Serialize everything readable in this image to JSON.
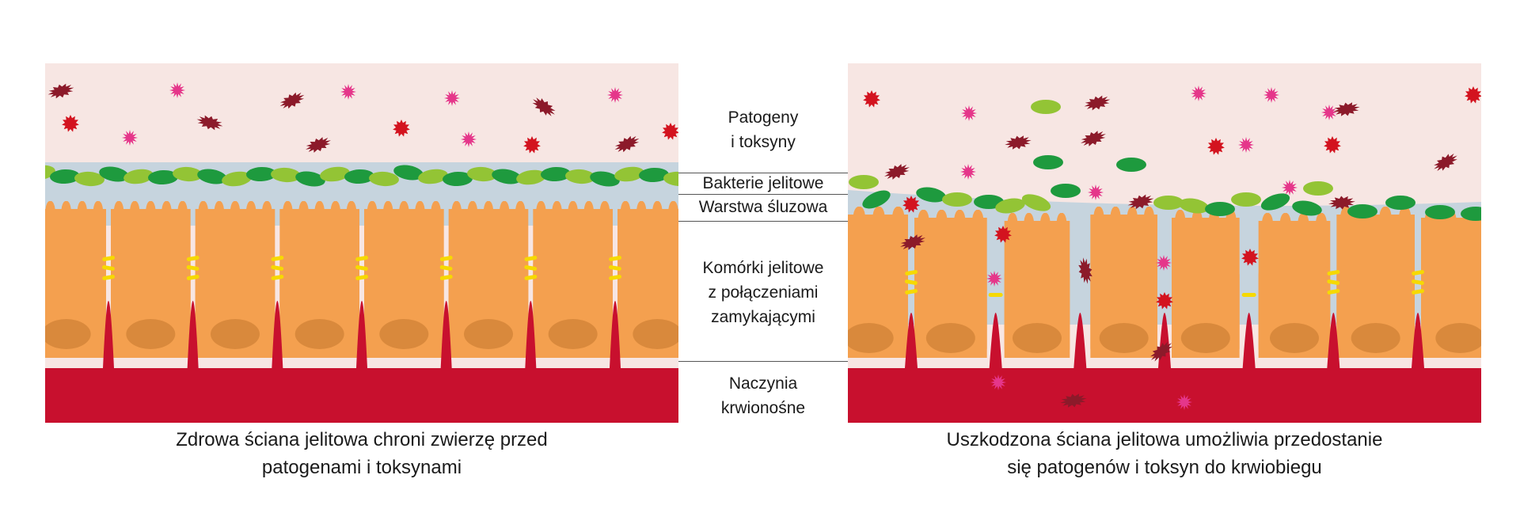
{
  "labels": {
    "pathogens": [
      "Patogeny",
      "i toksyny"
    ],
    "bacteria": "Bakterie jelitowe",
    "mucus": "Warstwa śluzowa",
    "cells": [
      "Komórki jelitowe",
      "z połączeniami",
      "zamykającymi"
    ],
    "vessels": [
      "Naczynia",
      "krwionośne"
    ]
  },
  "captions": {
    "left": [
      "Zdrowa ściana jelitowa chroni zwierzę przed",
      "patogenami i toksynami"
    ],
    "right": [
      "Uszkodzona ściana jelitowa umożliwia przedostanie",
      "się patogenów i toksyn do krwiobiegu"
    ]
  },
  "colors": {
    "lumen": "#f7e6e3",
    "mucus": "#c6d4de",
    "cell": "#f4a04f",
    "nucleus": "#d9893c",
    "blood": "#c8102e",
    "junction": "#f6d900",
    "bacteria_dark": "#1e9a3e",
    "bacteria_light": "#93c435",
    "pathogen_dark": "#8c1a2a",
    "pathogen_red": "#d3131f",
    "pathogen_pink": "#e5368a"
  },
  "icons": [
    "pathogen-icon",
    "toxin-icon",
    "bacterium-icon",
    "tight-junction-icon",
    "nucleus-icon"
  ]
}
